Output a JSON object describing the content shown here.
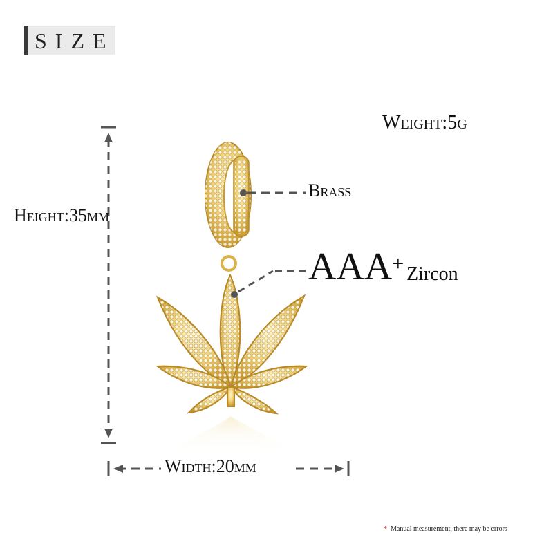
{
  "header": {
    "title": "SIZE"
  },
  "labels": {
    "weight": "Weight:5g",
    "height": "Height:35mm",
    "brass": "Brass",
    "grade": "AAA",
    "grade_sup": "+",
    "zircon": "Zircon",
    "width": "Width:20mm"
  },
  "footnote": {
    "star": "*",
    "text": "Manual measurement, there may be errors"
  },
  "colors": {
    "gold": "#e6c24a",
    "dash": "#555555",
    "note_star": "#dd1111"
  }
}
